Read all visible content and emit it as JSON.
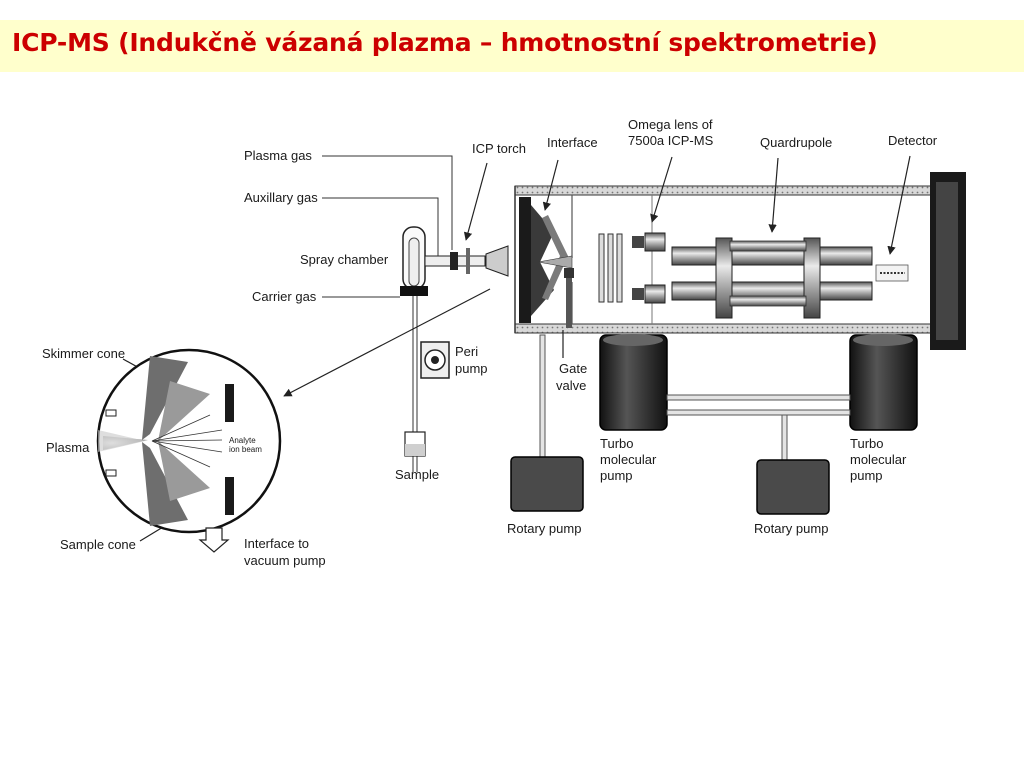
{
  "slide": {
    "title": "ICP-MS (Indukčně vázaná plazma – hmotnostní spektrometrie)",
    "accent_color": "#cc0000",
    "title_bg_color": "#ffffcc"
  },
  "diagram": {
    "labels": {
      "plasma_gas": "Plasma gas",
      "auxiliary_gas": "Auxillary gas",
      "spray_chamber": "Spray chamber",
      "carrier_gas": "Carrier gas",
      "icp_torch": "ICP torch",
      "interface": "Interface",
      "omega_lens_1": "Omega lens of",
      "omega_lens_2": "7500a ICP-MS",
      "quadrupole": "Quardrupole",
      "detector": "Detector",
      "peri_pump_1": "Peri",
      "peri_pump_2": "pump",
      "gate_valve_1": "Gate",
      "gate_valve_2": "valve",
      "turbo_1_line1": "Turbo",
      "turbo_1_line2": "molecular",
      "turbo_1_line3": "pump",
      "turbo_2_line1": "Turbo",
      "turbo_2_line2": "molecular",
      "turbo_2_line3": "pump",
      "rotary_pump_1": "Rotary pump",
      "rotary_pump_2": "Rotary pump",
      "sample": "Sample",
      "skimmer_cone": "Skimmer cone",
      "plasma": "Plasma",
      "analyte_1": "Analyte",
      "analyte_2": "ion beam",
      "sample_cone": "Sample cone",
      "vacuum_1": "Interface to",
      "vacuum_2": "vacuum pump"
    }
  }
}
